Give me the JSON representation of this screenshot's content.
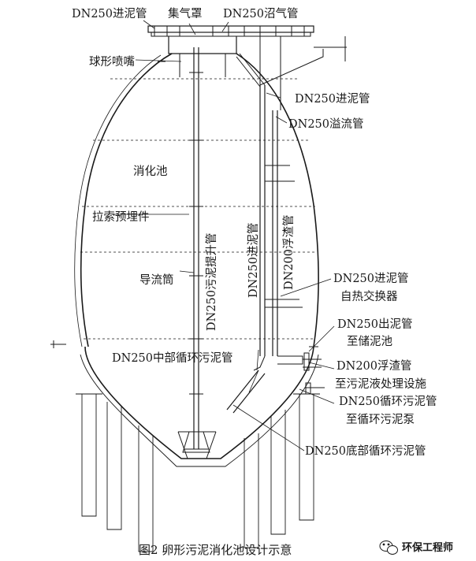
{
  "labels": {
    "inlet_top": "DN250进泥管",
    "gas_hood": "集气罩",
    "biogas_pipe": "DN250沼气管",
    "spray_nozzle": "球形喷嘴",
    "inlet_right": "DN250进泥管",
    "overflow": "DN250溢流管",
    "digester": "消化池",
    "cable_embed": "拉索预埋件",
    "lift_pipe": "DN250污泥提升管",
    "inlet_vertical": "DN250进泥管",
    "scum_vertical": "DN200浮渣管",
    "guide_tube": "导流筒",
    "inlet_mid": "DN250进泥管",
    "heat_exchanger": "自热交换器",
    "outlet": "DN250出泥管",
    "to_storage": "至储泥池",
    "mid_recirc": "DN250中部循环污泥管",
    "scum_pipe": "DN200浮渣管",
    "to_treatment": "至污泥液处理设施",
    "recirc": "DN250循环污泥管",
    "to_pump": "至循环污泥泵",
    "bottom_recirc": "DN250底部循环污泥管"
  },
  "caption": "图2   卵形污泥消化池设计示意",
  "watermark": "环保工程师",
  "colors": {
    "line": "#1a1a1a",
    "background": "#ffffff"
  },
  "icons": {
    "watermark": "wechat-icon"
  }
}
